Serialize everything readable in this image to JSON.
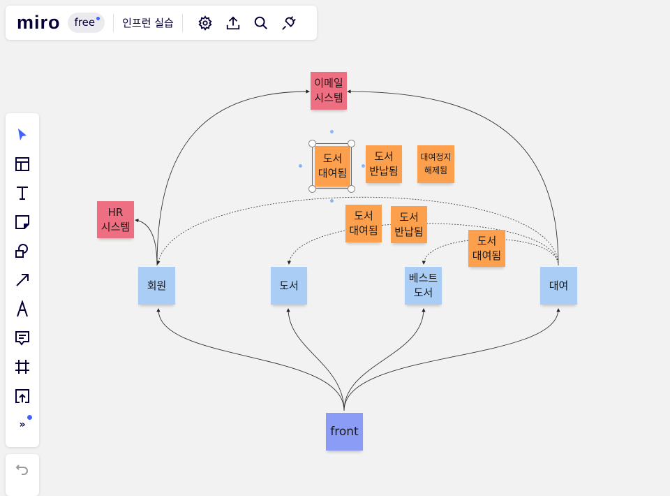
{
  "header": {
    "logo": "miro",
    "plan": "free",
    "board_title": "인프런 실습",
    "icons": [
      "gear-icon",
      "upload-icon",
      "search-icon",
      "plug-icon"
    ]
  },
  "toolbar": {
    "tools": [
      "select",
      "templates",
      "text",
      "sticky-note",
      "shapes",
      "arrow",
      "pen",
      "comment",
      "frame",
      "upload",
      "more"
    ]
  },
  "stickies": {
    "email": "이메일\n시스템",
    "rent1": "도서\n대여됨",
    "return1": "도서\n반납됨",
    "suspend": "대여정지\n해제됨",
    "hr": "HR\n시스템",
    "rent2": "도서\n대여됨",
    "return2": "도서\n반납됨",
    "rent3": "도서\n대여됨",
    "member": "회원",
    "book": "도서",
    "best": "베스트\n도서",
    "rental": "대여",
    "front": "front"
  },
  "colors": {
    "red": "#ee6f82",
    "orange": "#fca04e",
    "blue": "#a9cdf4",
    "purple": "#8b9cf6",
    "accent": "#4262ff"
  }
}
